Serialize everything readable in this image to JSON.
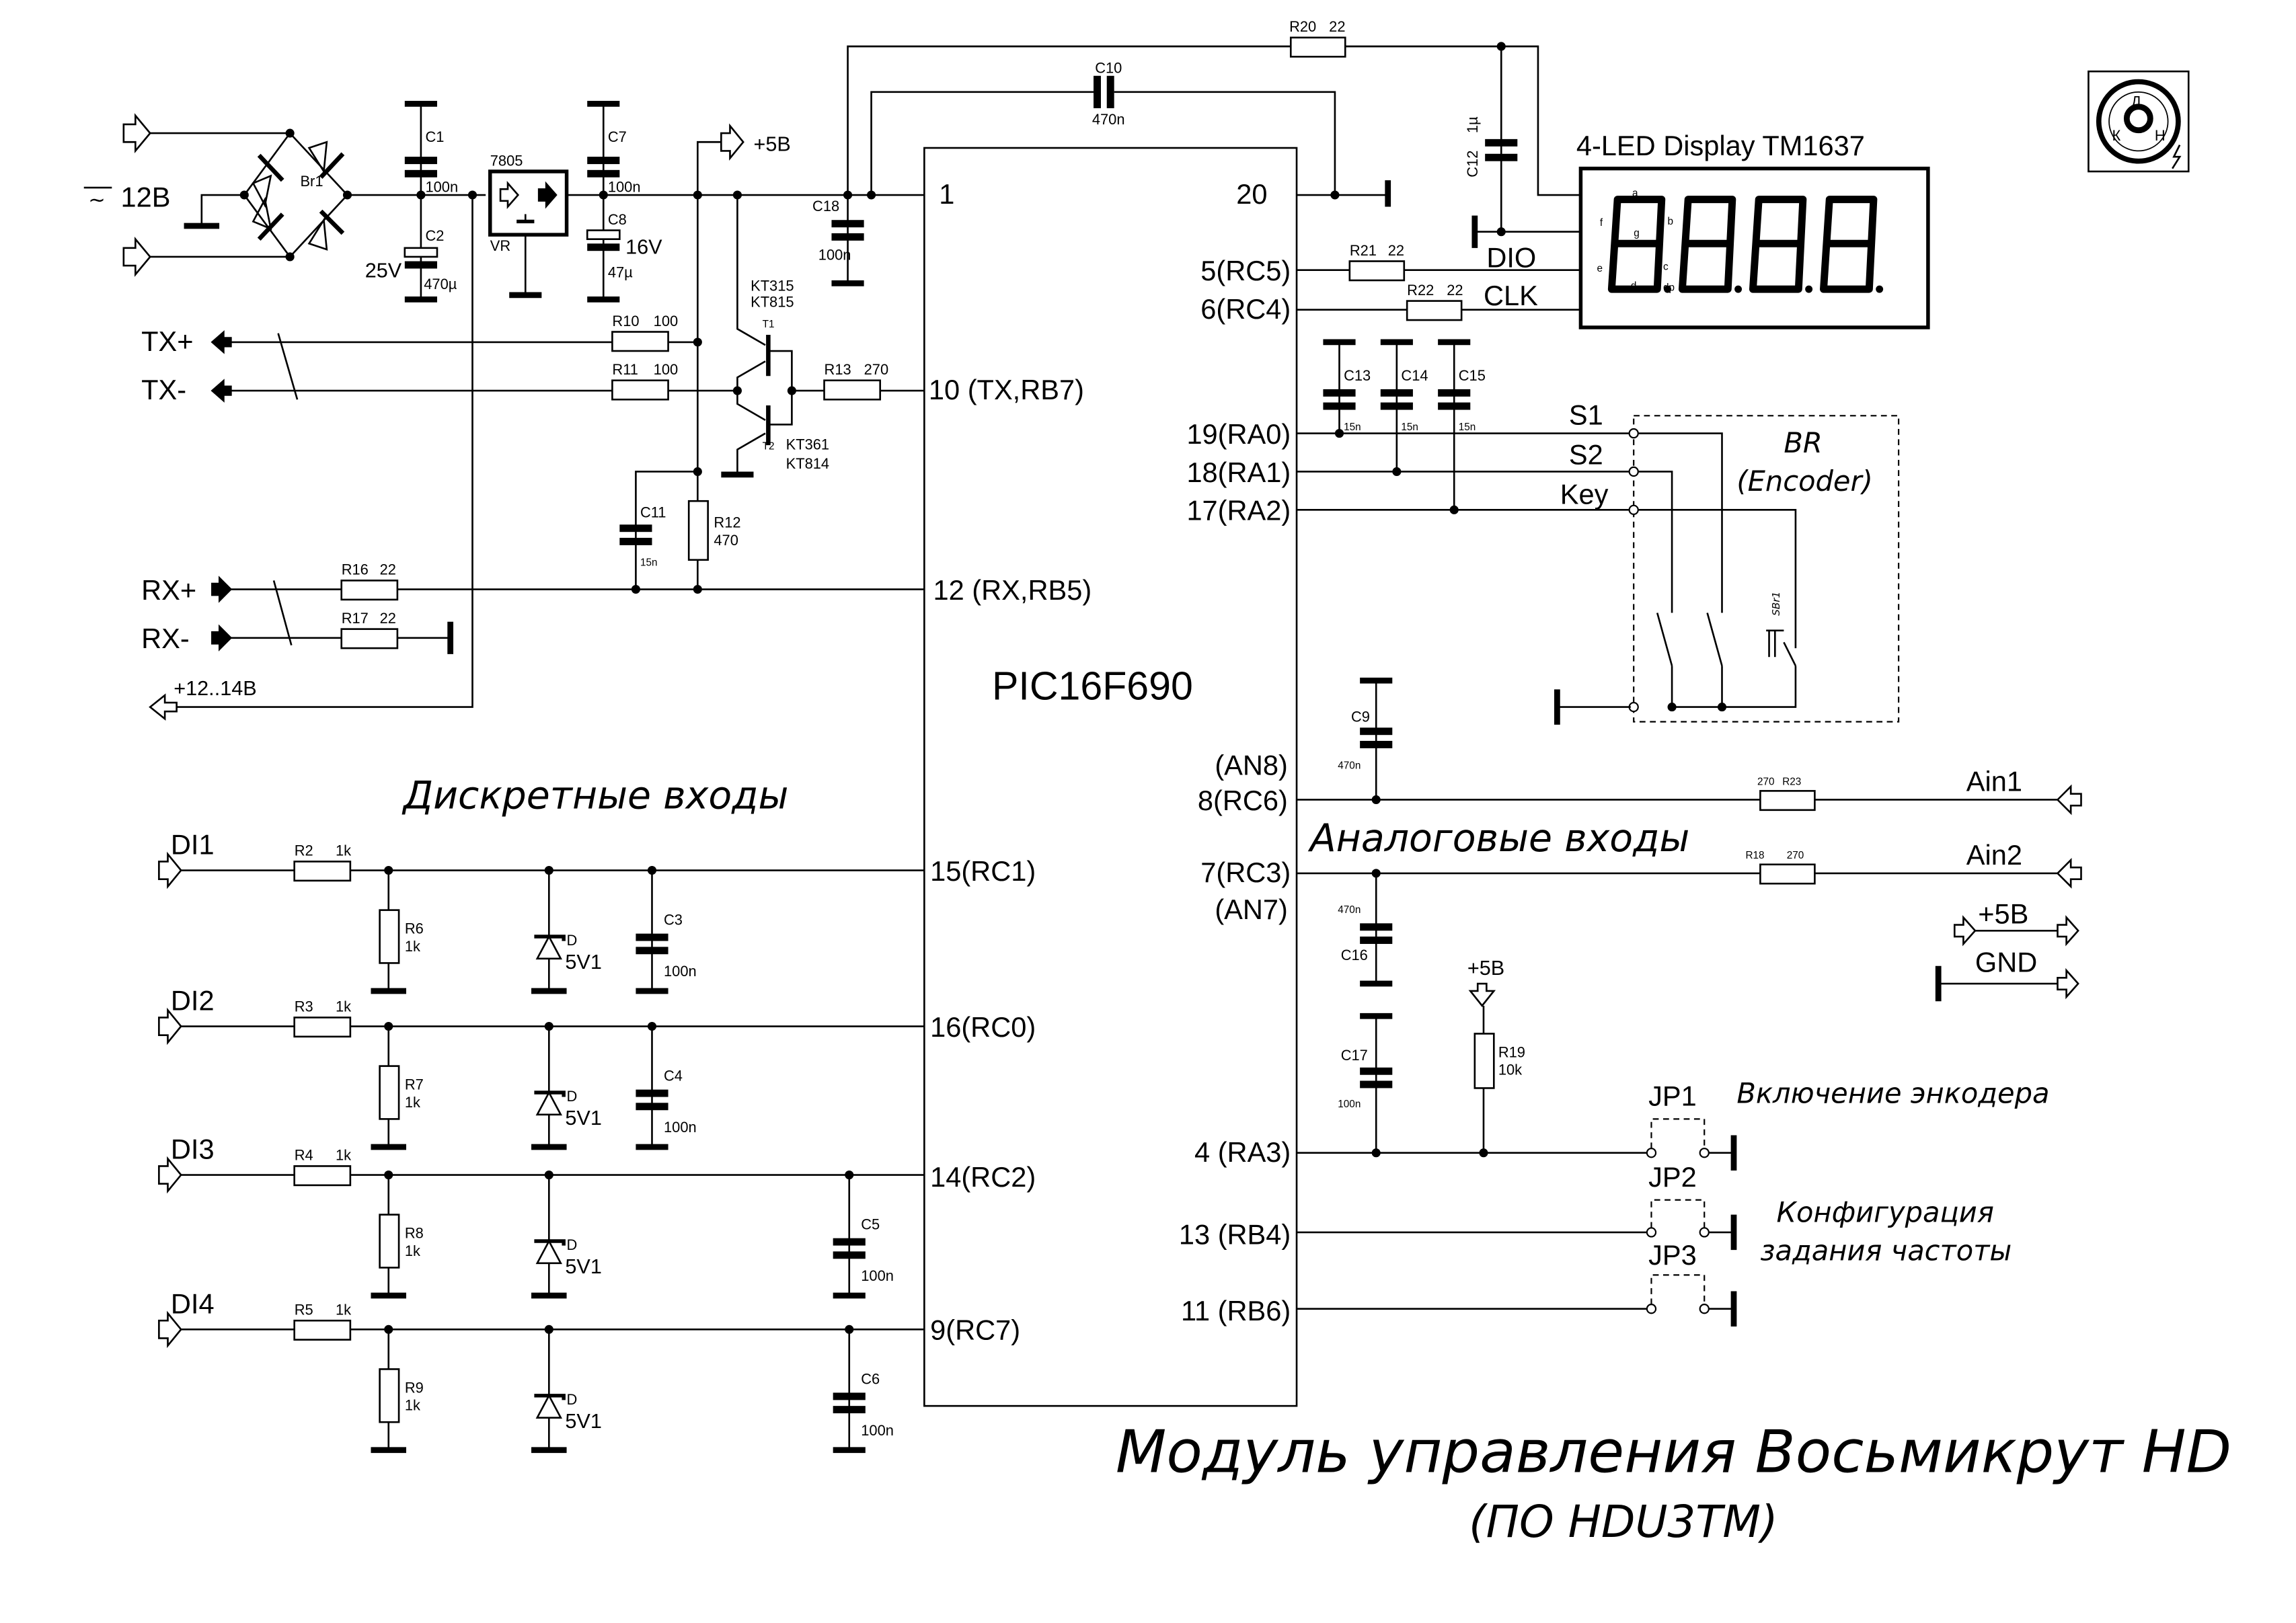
{
  "title": "Модуль управления Восьмикрут HD",
  "subtitle": "(ПО HDU3TM)",
  "sections": {
    "discrete": "Дискретные входы",
    "analog": "Аналоговые входы"
  },
  "power": {
    "ac_label": "12В",
    "ac_symbol": "~",
    "bridge": "Br1",
    "regulator_part": "7805",
    "regulator_ref": "VR",
    "v5_label": "+5В",
    "v12_label": "+12..14В",
    "c1": {
      "ref": "C1",
      "value": "100n"
    },
    "c2": {
      "ref": "C2",
      "value": "470µ",
      "voltage": "25V"
    },
    "c7": {
      "ref": "C7",
      "value": "100n"
    },
    "c8": {
      "ref": "C8",
      "value": "47µ",
      "voltage": "16V"
    }
  },
  "comm": {
    "tx_plus": "TX+",
    "tx_minus": "TX-",
    "rx_plus": "RX+",
    "rx_minus": "RX-",
    "r10": {
      "ref": "R10",
      "value": "100"
    },
    "r11": {
      "ref": "R11",
      "value": "100"
    },
    "r12": {
      "ref": "R12",
      "value": "470"
    },
    "r13": {
      "ref": "R13",
      "value": "270"
    },
    "r16": {
      "ref": "R16",
      "value": "22"
    },
    "r17": {
      "ref": "R17",
      "value": "22"
    },
    "c11": {
      "ref": "C11",
      "value": "15n"
    },
    "t1": {
      "ref": "T1",
      "part1": "KT315",
      "part2": "KT815"
    },
    "t2": {
      "ref": "T2",
      "part1": "KT361",
      "part2": "KT814"
    }
  },
  "mcu": {
    "name": "PIC16F690",
    "pins_left": {
      "p1": "1",
      "p10": "10 (TX,RB7)",
      "p12": "12 (RX,RB5)",
      "p15": "15(RC1)",
      "p16": "16(RC0)",
      "p14": "14(RC2)",
      "p9": "9(RC7)"
    },
    "pins_right": {
      "p20": "20",
      "p5": "5(RC5)",
      "p6": "6(RC4)",
      "p19": "19(RA0)",
      "p18": "18(RA1)",
      "p17": "17(RA2)",
      "p8_alt": "(AN8)",
      "p8": "8(RC6)",
      "p7": "7(RC3)",
      "p7_alt": "(AN7)",
      "p4": "4 (RA3)",
      "p13": "13 (RB4)",
      "p11": "11 (RB6)"
    },
    "c18": {
      "ref": "C18",
      "value": "100n"
    },
    "c10": {
      "ref": "C10",
      "value": "470n"
    },
    "r20": {
      "ref": "R20",
      "value": "22"
    }
  },
  "display": {
    "title": "4-LED Display TM1637",
    "dio": "DIO",
    "clk": "CLK",
    "segments": [
      "a",
      "b",
      "c",
      "d",
      "e",
      "f",
      "g",
      "dp"
    ],
    "digits": 4,
    "c12": {
      "ref": "C12",
      "value": "1µ"
    },
    "r21": {
      "ref": "R21",
      "value": "22"
    },
    "r22": {
      "ref": "R22",
      "value": "22"
    }
  },
  "encoder": {
    "title": "BR",
    "subtitle": "(Encoder)",
    "s1": "S1",
    "s2": "S2",
    "key": "Key",
    "switch_ref": "SBr1",
    "c13": {
      "ref": "C13",
      "value": "15n"
    },
    "c14": {
      "ref": "C14",
      "value": "15n"
    },
    "c15": {
      "ref": "C15",
      "value": "15n"
    }
  },
  "analog": {
    "ain1": "Ain1",
    "ain2": "Ain2",
    "r23": {
      "ref": "R23",
      "value": "270"
    },
    "r18": {
      "ref": "R18",
      "value": "270"
    },
    "c9": {
      "ref": "C9",
      "value": "470n"
    },
    "c16": {
      "ref": "C16",
      "value": "470n"
    },
    "c17": {
      "ref": "C17",
      "value": "100n"
    },
    "r19": {
      "ref": "R19",
      "value": "10k"
    },
    "v5_label": "+5В",
    "out_v5": "+5В",
    "out_gnd": "GND"
  },
  "jumpers": {
    "jp1": "JP1",
    "jp2": "JP2",
    "jp3": "JP3",
    "jp1_desc": "Включение энкодера",
    "jp23_desc_line1": "Конфигурация",
    "jp23_desc_line2": "задания частоты"
  },
  "discrete": {
    "inputs": [
      {
        "label": "DI1",
        "r_series": {
          "ref": "R2",
          "value": "1k"
        },
        "r_pull": {
          "ref": "R6",
          "value": "1k"
        },
        "zener": {
          "ref": "D",
          "value": "5V1"
        },
        "cap": {
          "ref": "C3",
          "value": "100n"
        }
      },
      {
        "label": "DI2",
        "r_series": {
          "ref": "R3",
          "value": "1k"
        },
        "r_pull": {
          "ref": "R7",
          "value": "1k"
        },
        "zener": {
          "ref": "D",
          "value": "5V1"
        },
        "cap": {
          "ref": "C4",
          "value": "100n"
        }
      },
      {
        "label": "DI3",
        "r_series": {
          "ref": "R4",
          "value": "1k"
        },
        "r_pull": {
          "ref": "R8",
          "value": "1k"
        },
        "zener": {
          "ref": "D",
          "value": "5V1"
        },
        "cap": {
          "ref": "C5",
          "value": "100n"
        }
      },
      {
        "label": "DI4",
        "r_series": {
          "ref": "R5",
          "value": "1k"
        },
        "r_pull": {
          "ref": "R9",
          "value": "1k"
        },
        "zener": {
          "ref": "D",
          "value": "5V1"
        },
        "cap": {
          "ref": "C6",
          "value": "100n"
        }
      }
    ]
  },
  "logo": {
    "top": "Д",
    "left": "К",
    "right": "Н"
  }
}
